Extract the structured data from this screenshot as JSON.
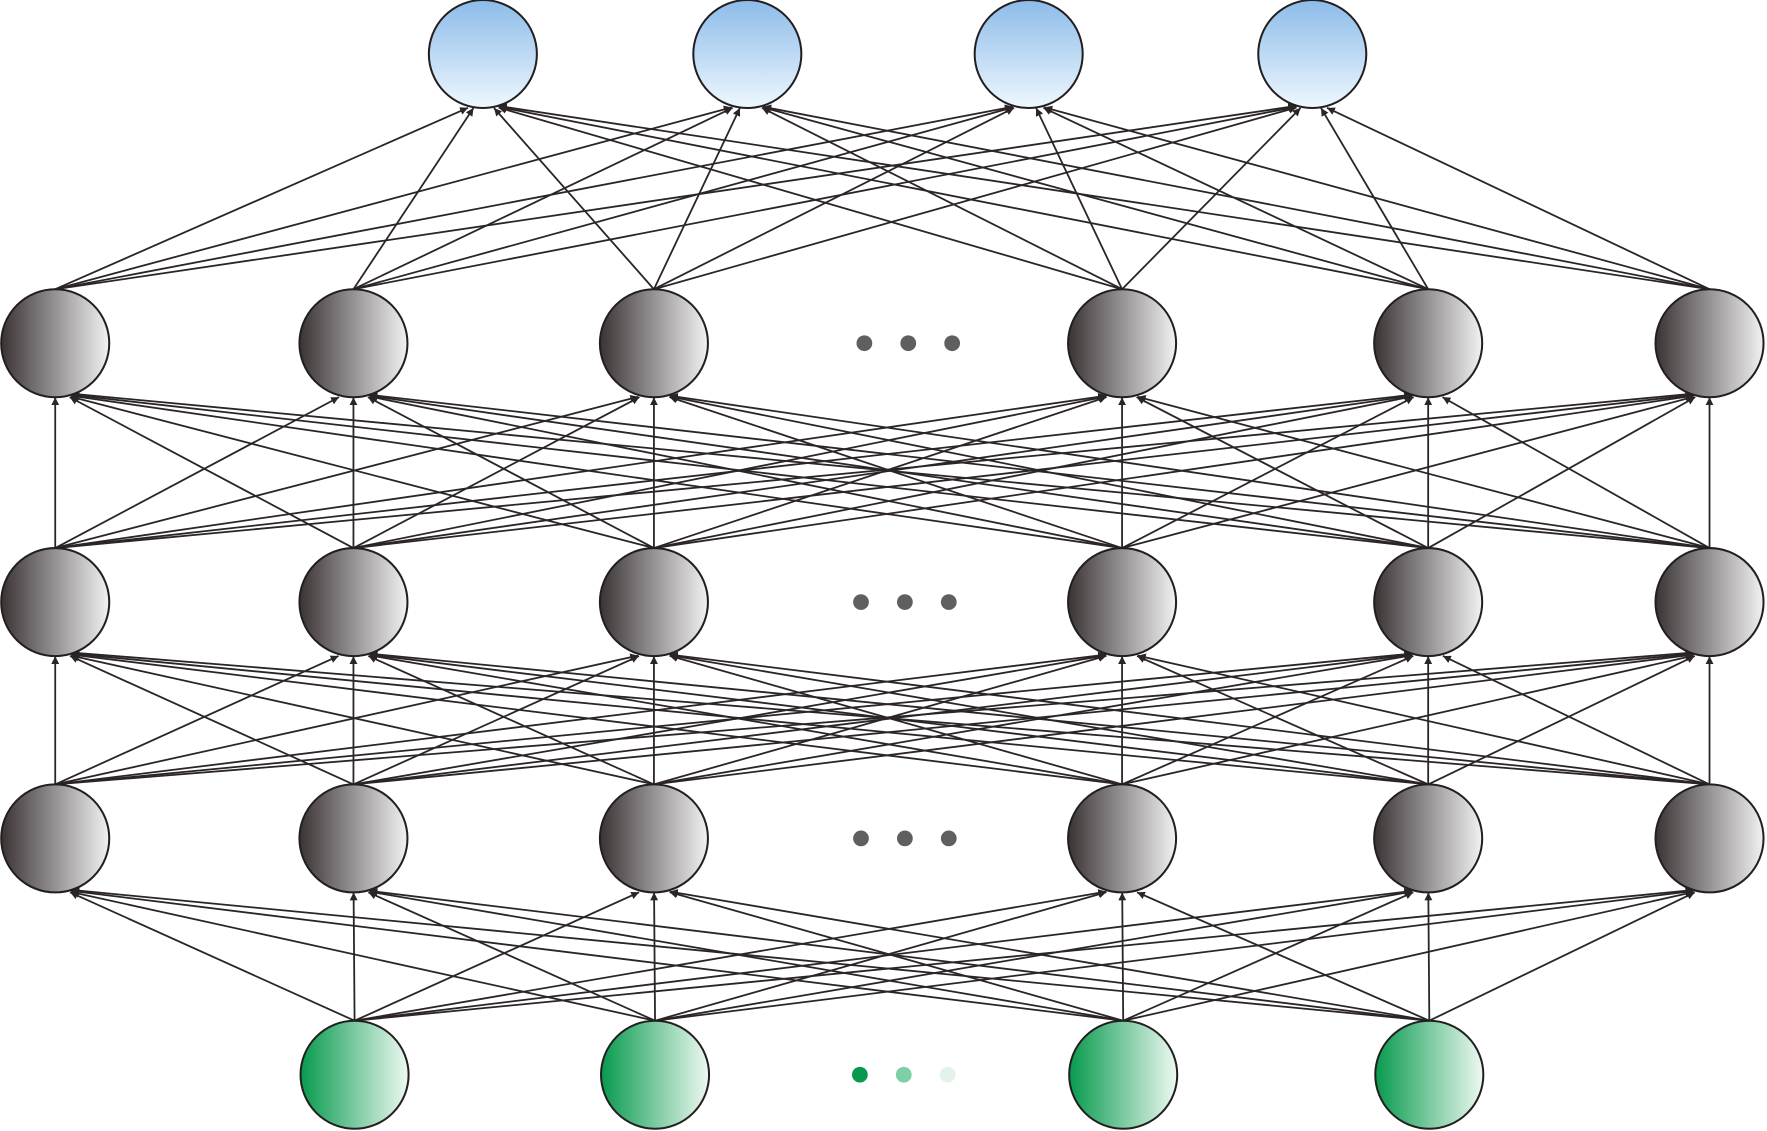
{
  "diagram": {
    "type": "fully-connected neural network",
    "layers": [
      {
        "role": "input",
        "nodes": 4,
        "ellipsis": true,
        "style": "green"
      },
      {
        "role": "hidden-1",
        "nodes": 6,
        "ellipsis": true,
        "style": "gray"
      },
      {
        "role": "hidden-2",
        "nodes": 6,
        "ellipsis": true,
        "style": "gray"
      },
      {
        "role": "hidden-3",
        "nodes": 6,
        "ellipsis": true,
        "style": "gray"
      },
      {
        "role": "output",
        "nodes": 4,
        "ellipsis": false,
        "style": "blue"
      }
    ],
    "colors": {
      "edge": "#2b2526",
      "node_stroke": "#231f20",
      "gray_dark": "#3a3334",
      "gray_light": "#f2f2f2",
      "green_dark": "#079a4d",
      "green_light": "#eef9f2",
      "blue_top": "#8cbbe9",
      "blue_bottom": "#eef8ff",
      "ellipsis_gray": "#5f5f5f"
    }
  }
}
